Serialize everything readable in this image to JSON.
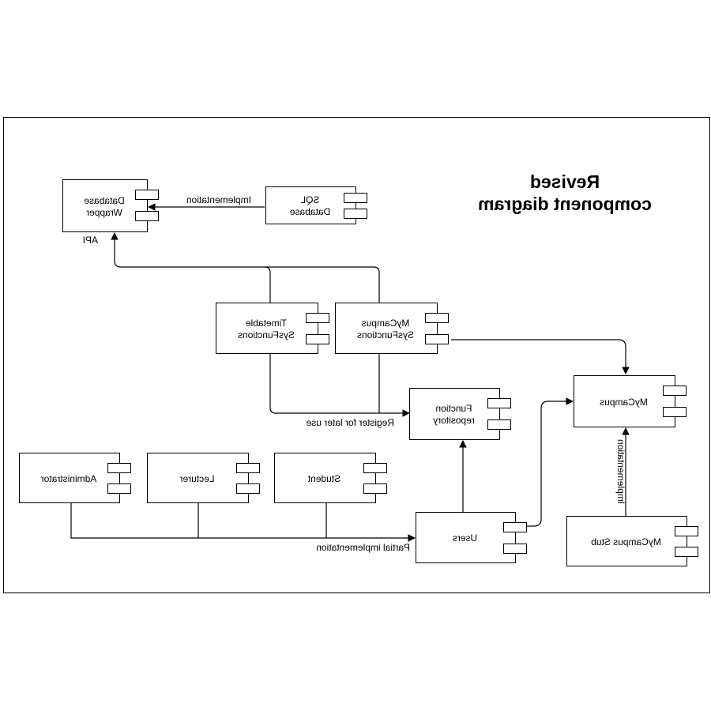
{
  "title": "Revised\ncomponent diagram",
  "components": {
    "database_wrapper": "Database\nWrapper",
    "sql_database": "SQL\nDatabase",
    "timetable_sysfunctions": "Timetable\nSysFunctions",
    "mycampus_sysfunctions": "MyCampus\nSysFunctions",
    "function_repository": "Function\nrepository",
    "mycampus": "MyCampus",
    "administrator": "Administrator",
    "lecturer": "Lecturer",
    "student": "Student",
    "users": "Users",
    "mycampus_stub": "MyCampus Stub"
  },
  "edge_labels": {
    "implementation_sql": "Implementation",
    "api": "API",
    "register": "Register for later use",
    "partial": "Partial implementation",
    "implementation_stub": "Implementation"
  }
}
